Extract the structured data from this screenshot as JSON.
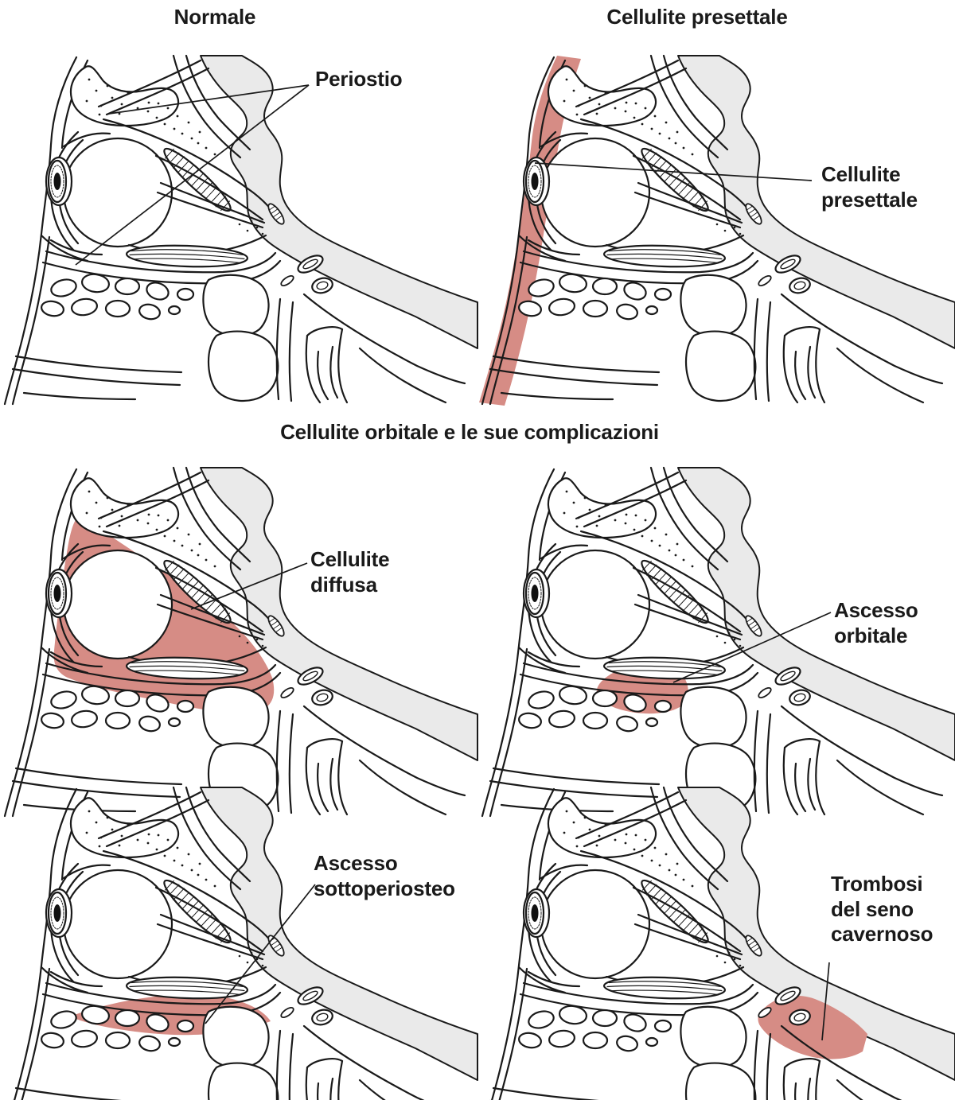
{
  "colors": {
    "highlight": "#D68C85",
    "line": "#1A1A1A",
    "bone_gray": "#EAEAEA",
    "background": "#FFFFFF"
  },
  "section_title": "Cellulite orbitale e le sue complicazioni",
  "panels": [
    {
      "key": "normale",
      "title": "Normale",
      "annotation": "Periostio"
    },
    {
      "key": "presettale",
      "title": "Cellulite presettale",
      "annotation": "Cellulite\npresettale"
    },
    {
      "key": "diffusa",
      "annotation": "Cellulite\ndiffusa"
    },
    {
      "key": "orbitale",
      "annotation": "Ascesso\norbitale"
    },
    {
      "key": "sottoperiosteo",
      "annotation": "Ascesso\nsottoperiosteo"
    },
    {
      "key": "trombosi",
      "annotation": "Trombosi\ndel seno\ncavernoso"
    }
  ]
}
